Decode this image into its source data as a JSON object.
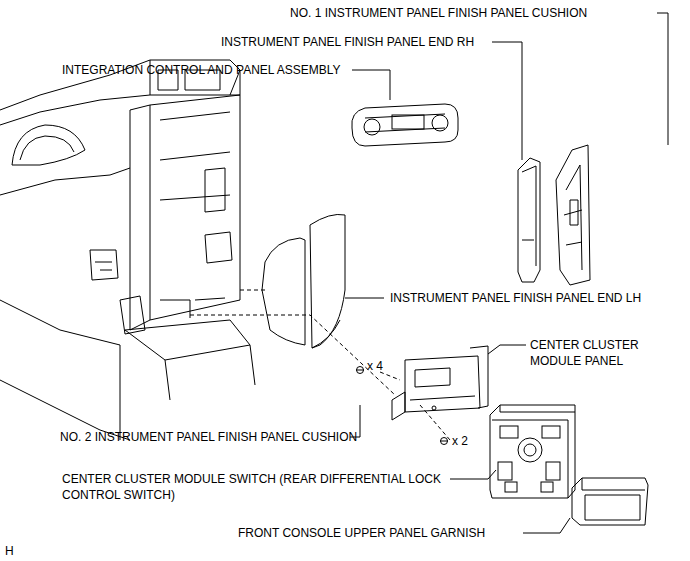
{
  "diagram": {
    "labels": [
      "NO. 1 INSTRUMENT PANEL FINISH PANEL CUSHION",
      "INSTRUMENT PANEL FINISH PANEL END RH",
      "INTEGRATION CONTROL AND PANEL ASSEMBLY",
      "INSTRUMENT PANEL FINISH PANEL END LH",
      "CENTER CLUSTER MODULE PANEL",
      "x 4",
      "x 2",
      "NO. 2 INSTRUMENT PANEL FINISH PANEL CUSHION",
      "CENTER CLUSTER MODULE SWITCH (REAR DIFFERENTIAL LOCK CONTROL SWITCH)",
      "FRONT CONSOLE UPPER PANEL GARNISH",
      "H"
    ]
  }
}
